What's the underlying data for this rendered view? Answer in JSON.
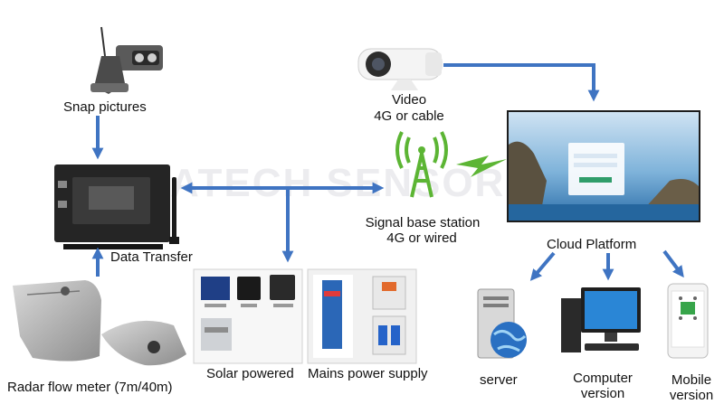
{
  "watermark": "ATECH SENSOR",
  "labels": {
    "snap": "Snap pictures",
    "video": "Video",
    "video_sub": "4G or cable",
    "signal": "Signal base station",
    "signal_sub": "4G or wired",
    "cloud": "Cloud Platform",
    "data_transfer": "Data Transfer",
    "radar": "Radar flow meter (7m/40m)",
    "solar": "Solar powered",
    "mains": "Mains power supply",
    "server": "server",
    "computer": "Computer",
    "computer_sub": "version",
    "mobile": "Mobile",
    "mobile_sub": "version"
  },
  "colors": {
    "arrow": "#3f74c2",
    "signal": "#5cb534",
    "cloud_sea": "#2e7fc4",
    "device": "#2c2c2c"
  }
}
